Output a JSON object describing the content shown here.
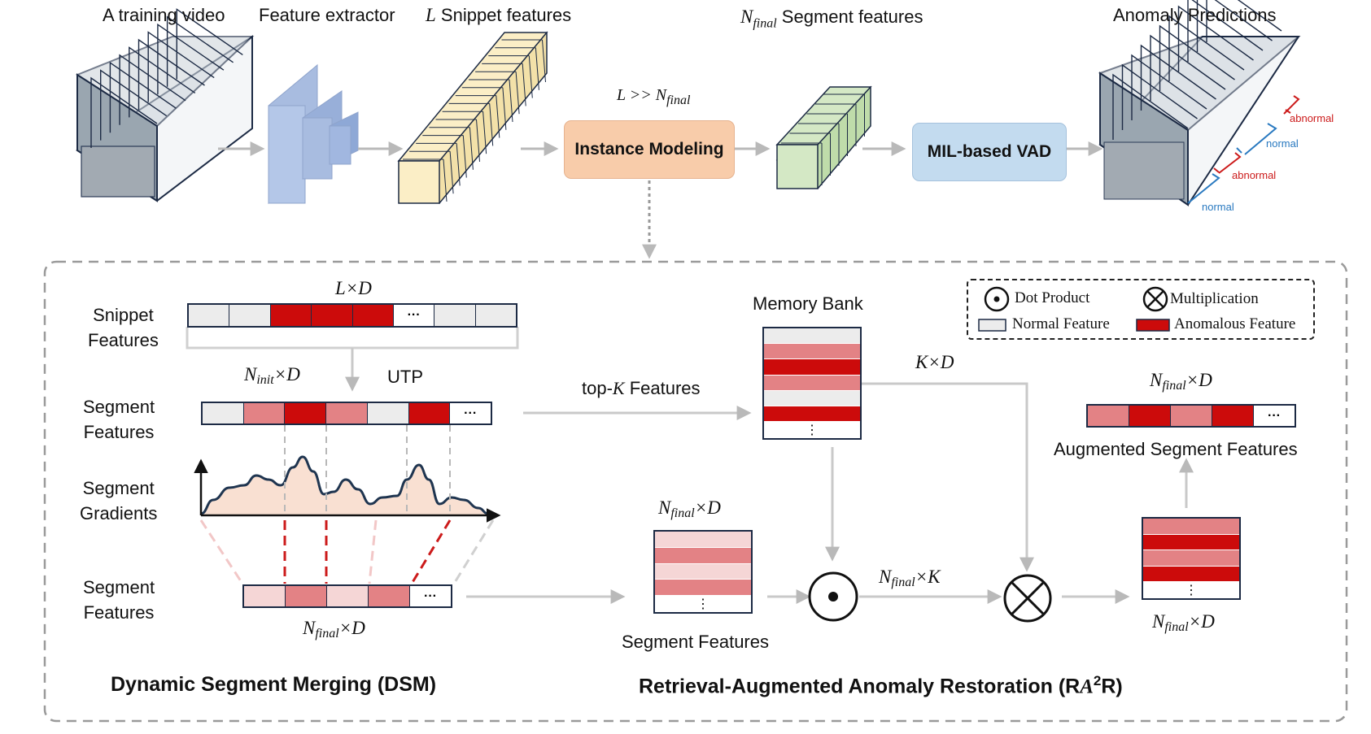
{
  "top": {
    "training_video": "A training video",
    "feature_extractor": "Feature extractor",
    "snippet_features_L": "L",
    "snippet_features_rest": " Snippet features",
    "segment_features_N": "N",
    "segment_features_sub": "final",
    "segment_features_rest": " Segment features",
    "anomaly_predictions": "Anomaly Predictions",
    "ratio_L": "L >> N",
    "ratio_sub": "final",
    "instance_modeling": "Instance Modeling",
    "mil_vad": "MIL-based VAD",
    "pred_labels": [
      "abnormal",
      "normal",
      "abnormal",
      "normal"
    ]
  },
  "dsm": {
    "snippet_features": [
      "Snippet",
      "Features"
    ],
    "LxD": "L×D",
    "ninit_N": "N",
    "ninit_sub": "init",
    "ninit_rest": "×D",
    "utp": "UTP",
    "segment_features": [
      "Segment",
      "Features"
    ],
    "segment_gradients": [
      "Segment",
      "Gradients"
    ],
    "segment_features_2": [
      "Segment",
      "Features"
    ],
    "nfinal_N": "N",
    "nfinal_sub": "final",
    "nfinal_rest": "×D",
    "ellipsis": "···",
    "vdots": "⋮",
    "title": "Dynamic Segment Merging  (DSM)"
  },
  "ra2r": {
    "topk_pre": "top-",
    "topk_K": "K",
    "topk_post": " Features",
    "memory_bank": "Memory Bank",
    "KxD": "K×D",
    "seg_N": "N",
    "seg_sub": "final",
    "seg_rest": "×D",
    "segment_features": "Segment Features",
    "nk_N": "N",
    "nk_sub": "final",
    "nk_rest": "×K",
    "out_N": "N",
    "out_sub": "final",
    "out_rest": "×D",
    "aug_N": "N",
    "aug_sub": "final",
    "aug_rest": "×D",
    "augmented": "Augmented Segment Features",
    "title_pre": "Retrieval-Augmented Anomaly Restoration (R",
    "title_A": "A",
    "title_sup": "2",
    "title_post": "R)"
  },
  "legend": {
    "dot_product": "Dot Product",
    "multiplication": "Multiplication",
    "normal_feature": "Normal Feature",
    "anomalous_feature": "Anomalous Feature"
  },
  "colors": {
    "normal": "#ececec",
    "anomalous": "#cc0b0b",
    "mid": "#e38285",
    "light": "#f5d6d6",
    "instance": "#f8ccaa",
    "mil": "#c3dbef",
    "snippet": "#fbeec6",
    "segment": "#d4e8c5",
    "extractor": "#a8bce0",
    "gradient_fill": "#f9e0d2",
    "abnormal_text": "#cc1b1b",
    "normal_text": "#2979c0"
  }
}
